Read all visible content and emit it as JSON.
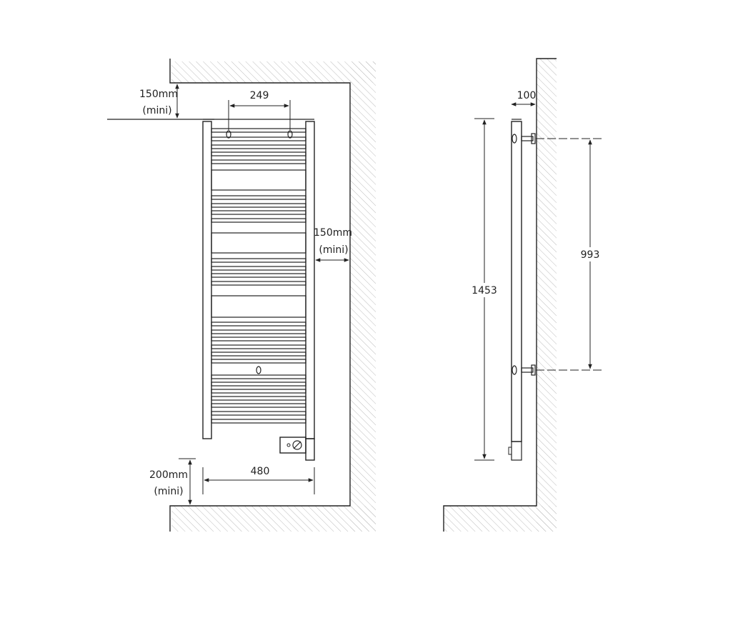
{
  "front_view": {
    "top_clearance": {
      "value": "150mm",
      "note": "(mini)"
    },
    "fixing_spacing": "249",
    "side_clearance": {
      "value": "150mm",
      "note": "(mini)"
    },
    "floor_clearance": {
      "value": "200mm",
      "note": "(mini)"
    },
    "width": "480"
  },
  "side_view": {
    "wall_offset": "100",
    "height": "1453",
    "fixing_height": "993"
  },
  "colors": {
    "line": "#222222",
    "hatch": "#bdbdbd",
    "background": "#ffffff"
  }
}
